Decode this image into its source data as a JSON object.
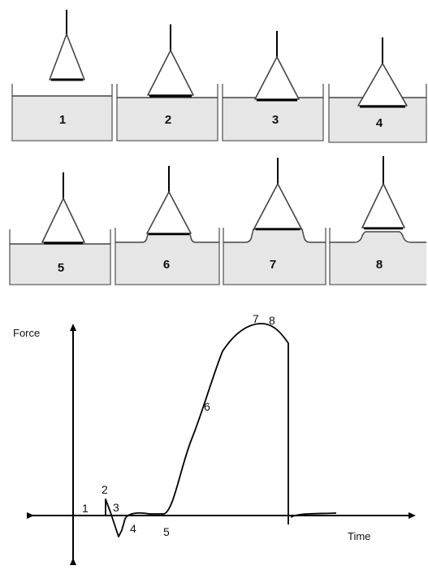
{
  "panels": [
    {
      "number": "1"
    },
    {
      "number": "2"
    },
    {
      "number": "3"
    },
    {
      "number": "4"
    },
    {
      "number": "5"
    },
    {
      "number": "6"
    },
    {
      "number": "7"
    },
    {
      "number": "8"
    }
  ],
  "graph": {
    "y_axis_label": "Force",
    "x_axis_label": "Time",
    "point_labels": [
      "1",
      "2",
      "3",
      "4",
      "5",
      "6",
      "7",
      "8"
    ]
  }
}
